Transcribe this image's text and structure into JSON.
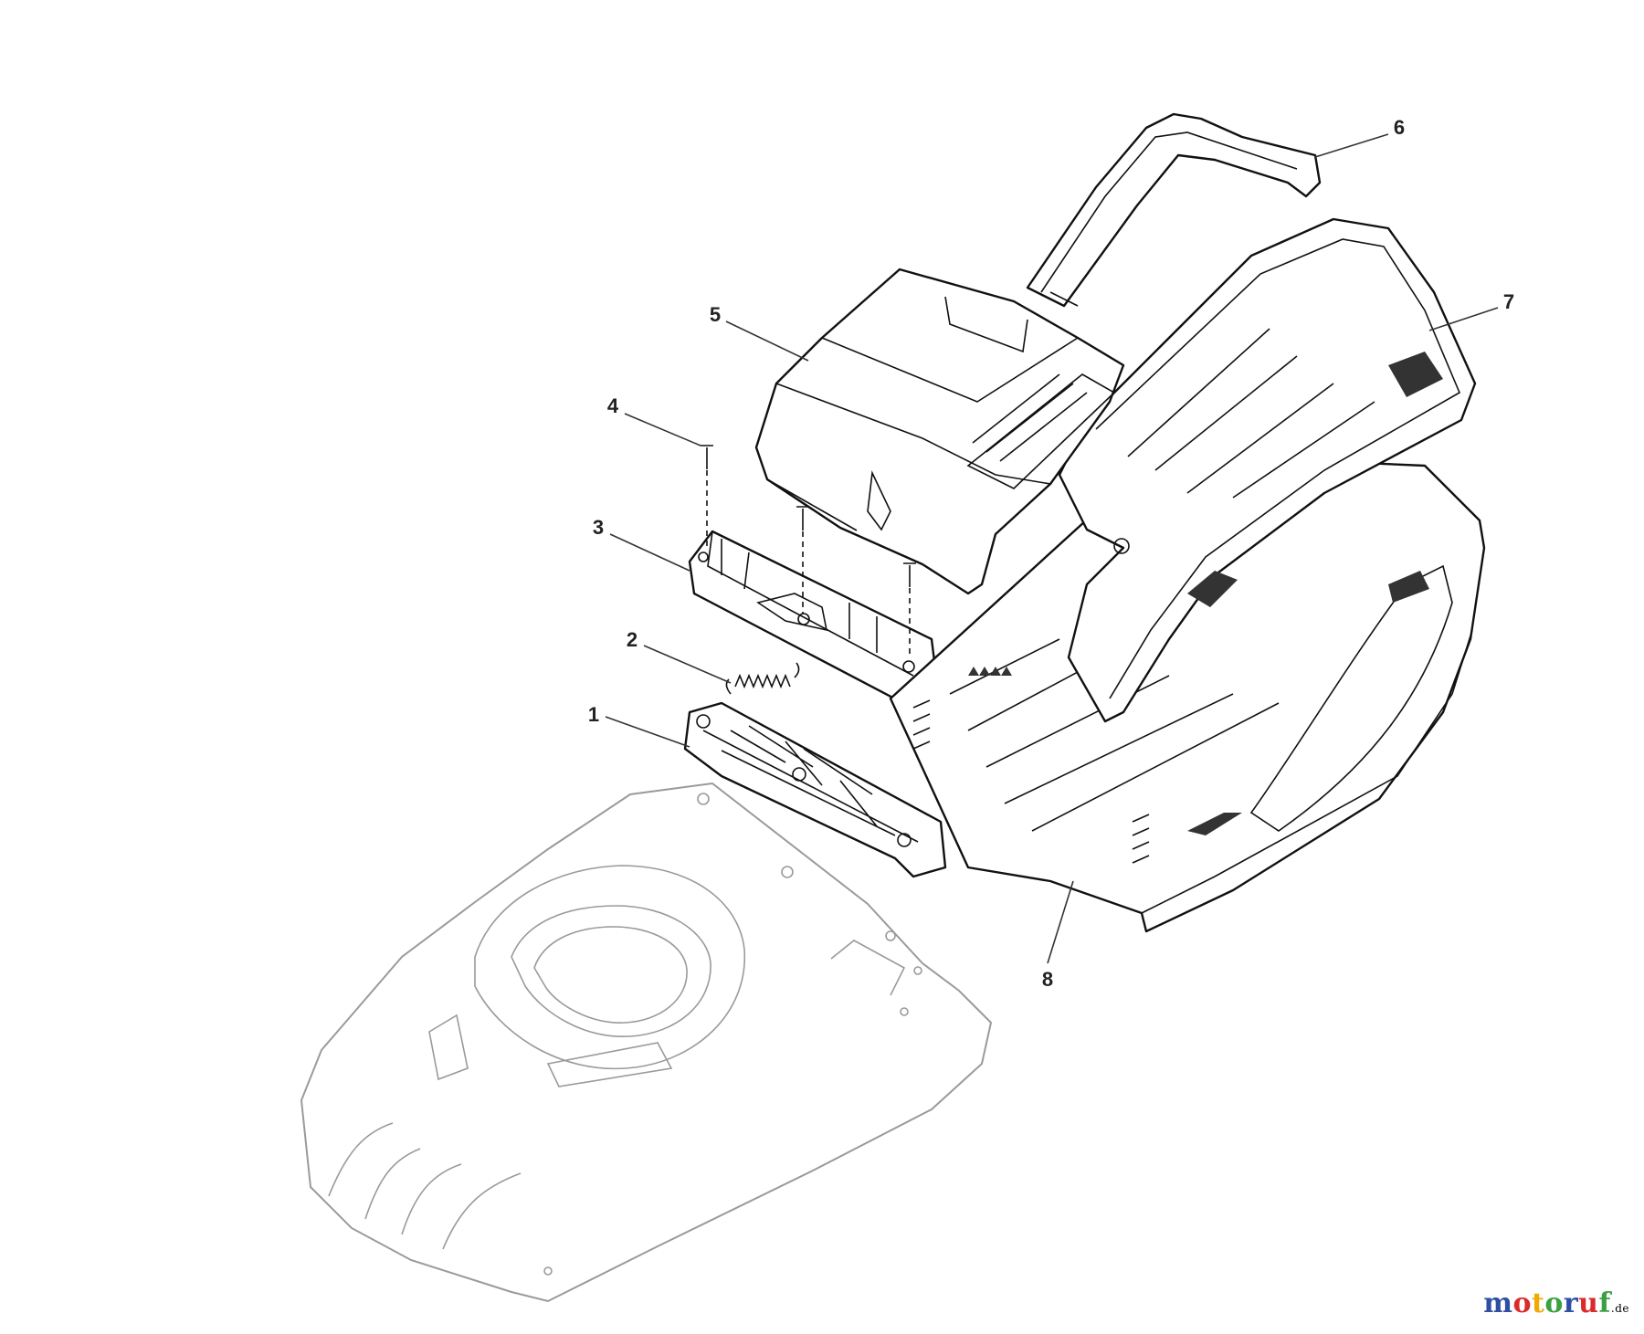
{
  "callouts": [
    {
      "label": "1",
      "part": "deflector-plate"
    },
    {
      "label": "2",
      "part": "spring"
    },
    {
      "label": "3",
      "part": "flap"
    },
    {
      "label": "4",
      "part": "screw"
    },
    {
      "label": "5",
      "part": "grass-box-lid"
    },
    {
      "label": "6",
      "part": "handle"
    },
    {
      "label": "7",
      "part": "grass-box-top"
    },
    {
      "label": "8",
      "part": "grass-box-bottom"
    }
  ],
  "brand": {
    "letters": [
      "m",
      "o",
      "t",
      "o",
      "r",
      "u",
      "f"
    ],
    "suffix": ".de",
    "colors": [
      "#2e4fa3",
      "#d92b2b",
      "#f2a900",
      "#3aa141",
      "#2e4fa3",
      "#d92b2b",
      "#3aa141"
    ]
  }
}
